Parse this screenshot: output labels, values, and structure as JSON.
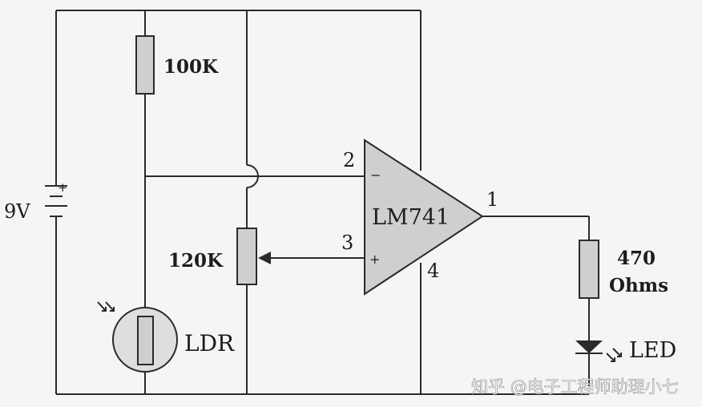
{
  "labels": {
    "battery": "9V",
    "r_top": "100K",
    "r_pot": "120K",
    "ldr": "LDR",
    "opamp": "LM741",
    "pin_inverting": "2",
    "pin_noninverting": "3",
    "pin_output": "1",
    "pin_ground": "4",
    "sign_minus": "−",
    "sign_plus": "+",
    "batt_plus": "+",
    "r_led_value": "470",
    "r_led_unit": "Ohms",
    "led": "LED"
  },
  "watermark": "知乎 @电子工程师助理小七",
  "colors": {
    "wire": "#2a2a2a",
    "component_fill": "#cfcfcf",
    "background": "#f5f5f5"
  }
}
